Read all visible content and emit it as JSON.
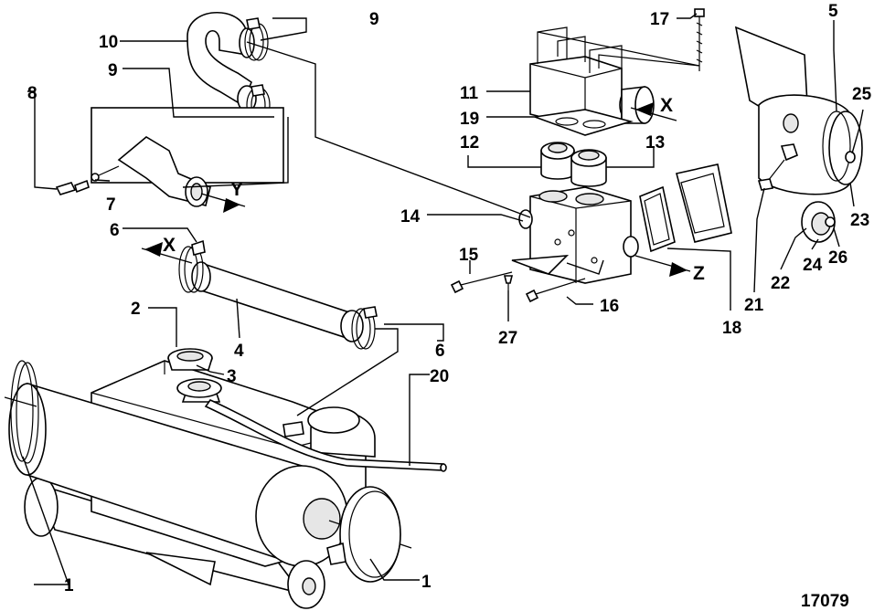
{
  "figure_id": "17079",
  "callouts": {
    "c1a": "1",
    "c1b": "1",
    "c2": "2",
    "c3": "3",
    "c4": "4",
    "c5": "5",
    "c6a": "6",
    "c6b": "6",
    "c7": "7",
    "c8": "8",
    "c9a": "9",
    "c9b": "9",
    "c10": "10",
    "c11": "11",
    "c12": "12",
    "c13": "13",
    "c14": "14",
    "c15": "15",
    "c16": "16",
    "c17": "17",
    "c18": "18",
    "c19": "19",
    "c20": "20",
    "c21": "21",
    "c22": "22",
    "c23": "23",
    "c24": "24",
    "c25": "25",
    "c26": "26",
    "c27": "27"
  },
  "connection_markers": {
    "x_top": "X",
    "x_left": "X",
    "y": "Y",
    "z": "Z"
  }
}
